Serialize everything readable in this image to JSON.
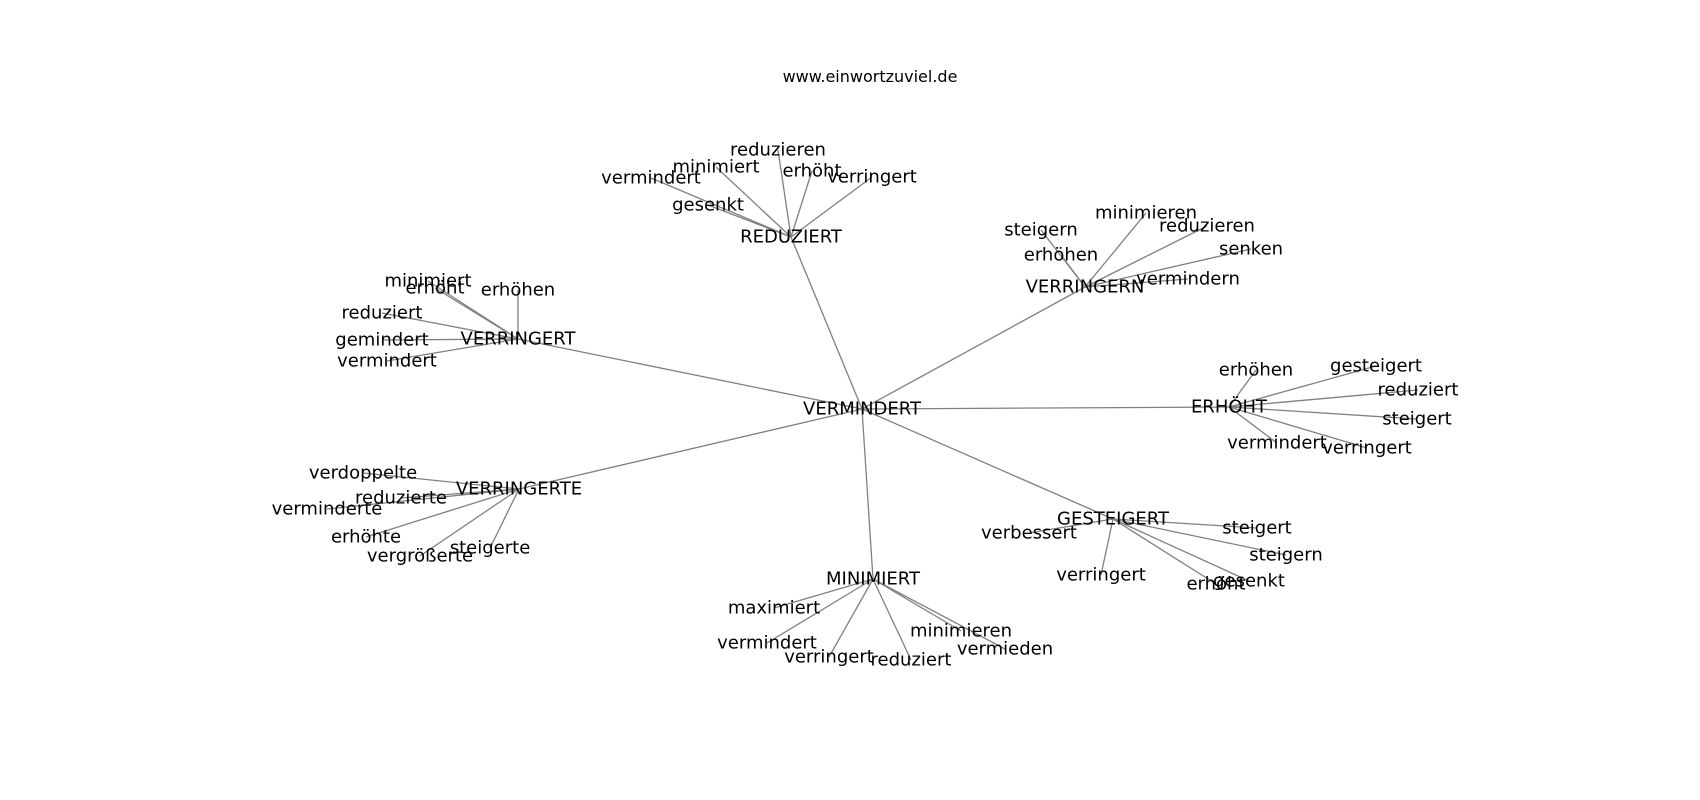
{
  "header": {
    "site": "www.einwortzuviel.de"
  },
  "graph": {
    "center": "VERMINDERT",
    "hubs": [
      {
        "id": "reduziert",
        "label": "REDUZIERT",
        "leaves": [
          "reduzieren",
          "minimiert",
          "erhöht",
          "verringert",
          "vermindert",
          "gesenkt"
        ]
      },
      {
        "id": "verringern",
        "label": "VERRINGERN",
        "leaves": [
          "steigern",
          "minimieren",
          "reduzieren",
          "erhöhen",
          "senken",
          "vermindern"
        ]
      },
      {
        "id": "verringert",
        "label": "VERRINGERT",
        "leaves": [
          "erhöht",
          "minimiert",
          "erhöhen",
          "reduziert",
          "gemindert",
          "vermindert"
        ]
      },
      {
        "id": "erhoeht",
        "label": "ERHÖHT",
        "leaves": [
          "erhöhen",
          "gesteigert",
          "reduziert",
          "steigert",
          "vermindert",
          "verringert"
        ]
      },
      {
        "id": "verringerte",
        "label": "VERRINGERTE",
        "leaves": [
          "verdoppelte",
          "reduzierte",
          "verminderte",
          "erhöhte",
          "vergrößerte",
          "steigerte"
        ]
      },
      {
        "id": "gesteigert",
        "label": "GESTEIGERT",
        "leaves": [
          "verbessert",
          "steigert",
          "steigern",
          "verringert",
          "erhöht",
          "gesenkt"
        ]
      },
      {
        "id": "minimiert",
        "label": "MINIMIERT",
        "leaves": [
          "maximiert",
          "minimieren",
          "vermindert",
          "vermieden",
          "verringert",
          "reduziert"
        ]
      }
    ]
  }
}
